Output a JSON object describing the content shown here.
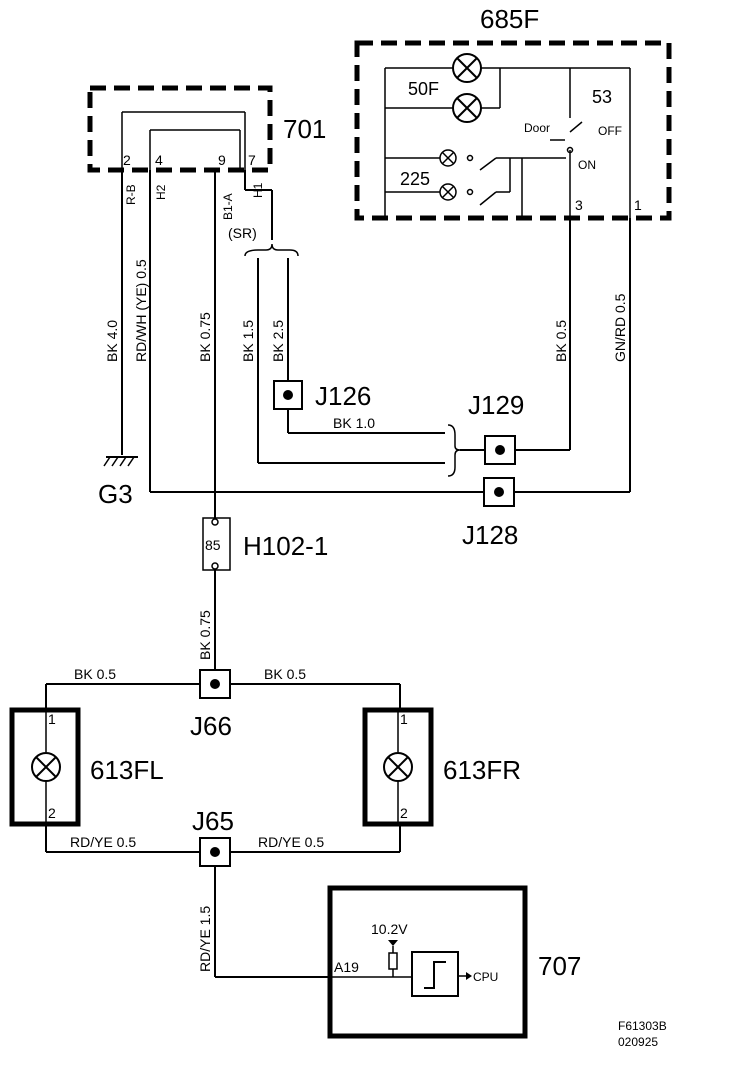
{
  "components": {
    "c685f": "685F",
    "c701": "701",
    "c50f": "50F",
    "c53": "53",
    "door": "Door",
    "off": "OFF",
    "on": "ON",
    "c225": "225",
    "g3": "G3",
    "j126": "J126",
    "j129": "J129",
    "j128": "J128",
    "h102": "H102-1",
    "relay_pin": "85",
    "j66": "J66",
    "j65": "J65",
    "c613fl": "613FL",
    "c613fr": "613FR",
    "c707": "707",
    "v102": "10.2V",
    "a19": "A19",
    "cpu": "CPU",
    "sr": "(SR)"
  },
  "pins": {
    "p701_2": "2",
    "p701_4": "4",
    "p701_9": "9",
    "p701_7": "7",
    "p685_3": "3",
    "p685_1": "1",
    "fl_1": "1",
    "fl_2": "2",
    "fr_1": "1",
    "fr_2": "2"
  },
  "pin_labels": {
    "rb": "R-B",
    "h2": "H2",
    "b1a": "B1-A",
    "h1": "H1"
  },
  "wires": {
    "w_bk40": "BK  4.0",
    "w_rdwh": "RD/WH (YE)  0.5",
    "w_bk075a": "BK  0.75",
    "w_bk15": "BK  1.5",
    "w_bk25": "BK  2.5",
    "w_bk05a": "BK  0.5",
    "w_gnrd": "GN/RD  0.5",
    "w_bk10": "BK    1.0",
    "w_bk075b": "BK  0.75",
    "w_bk05l": "BK    0.5",
    "w_bk05r": "BK    0.5",
    "w_rdye_l": "RD/YE    0.5",
    "w_rdye_r": "RD/YE  0.5",
    "w_rdye15": "RD/YE  1.5"
  },
  "footer": {
    "code": "F61303B",
    "date": "020925"
  }
}
